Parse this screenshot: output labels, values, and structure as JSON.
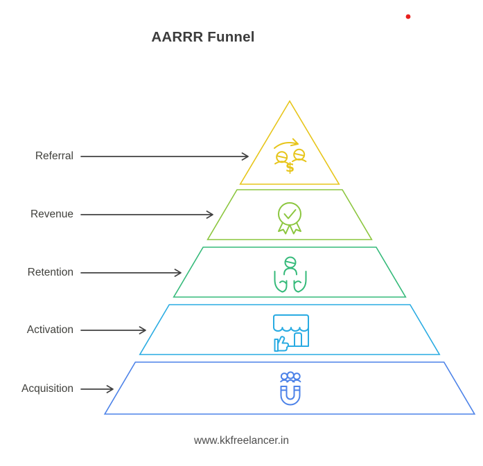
{
  "page": {
    "title": "AARRR Funnel",
    "footer": "www.kkfreelancer.in"
  },
  "decor": {
    "dot_color": "#E8201E",
    "arrow_color": "#414141"
  },
  "levels": [
    {
      "label": "Referral",
      "color": "#E7C51A",
      "icon": "people-exchange-dollar-icon"
    },
    {
      "label": "Revenue",
      "color": "#8CC63F",
      "icon": "medal-check-icon"
    },
    {
      "label": "Retention",
      "color": "#35BA7A",
      "icon": "hands-holding-person-icon"
    },
    {
      "label": "Activation",
      "color": "#29ABE2",
      "icon": "storefront-thumbs-up-icon"
    },
    {
      "label": "Acquisition",
      "color": "#4C82E8",
      "icon": "magnet-attracting-people-icon"
    }
  ],
  "icon_dollar_glyph": "$"
}
